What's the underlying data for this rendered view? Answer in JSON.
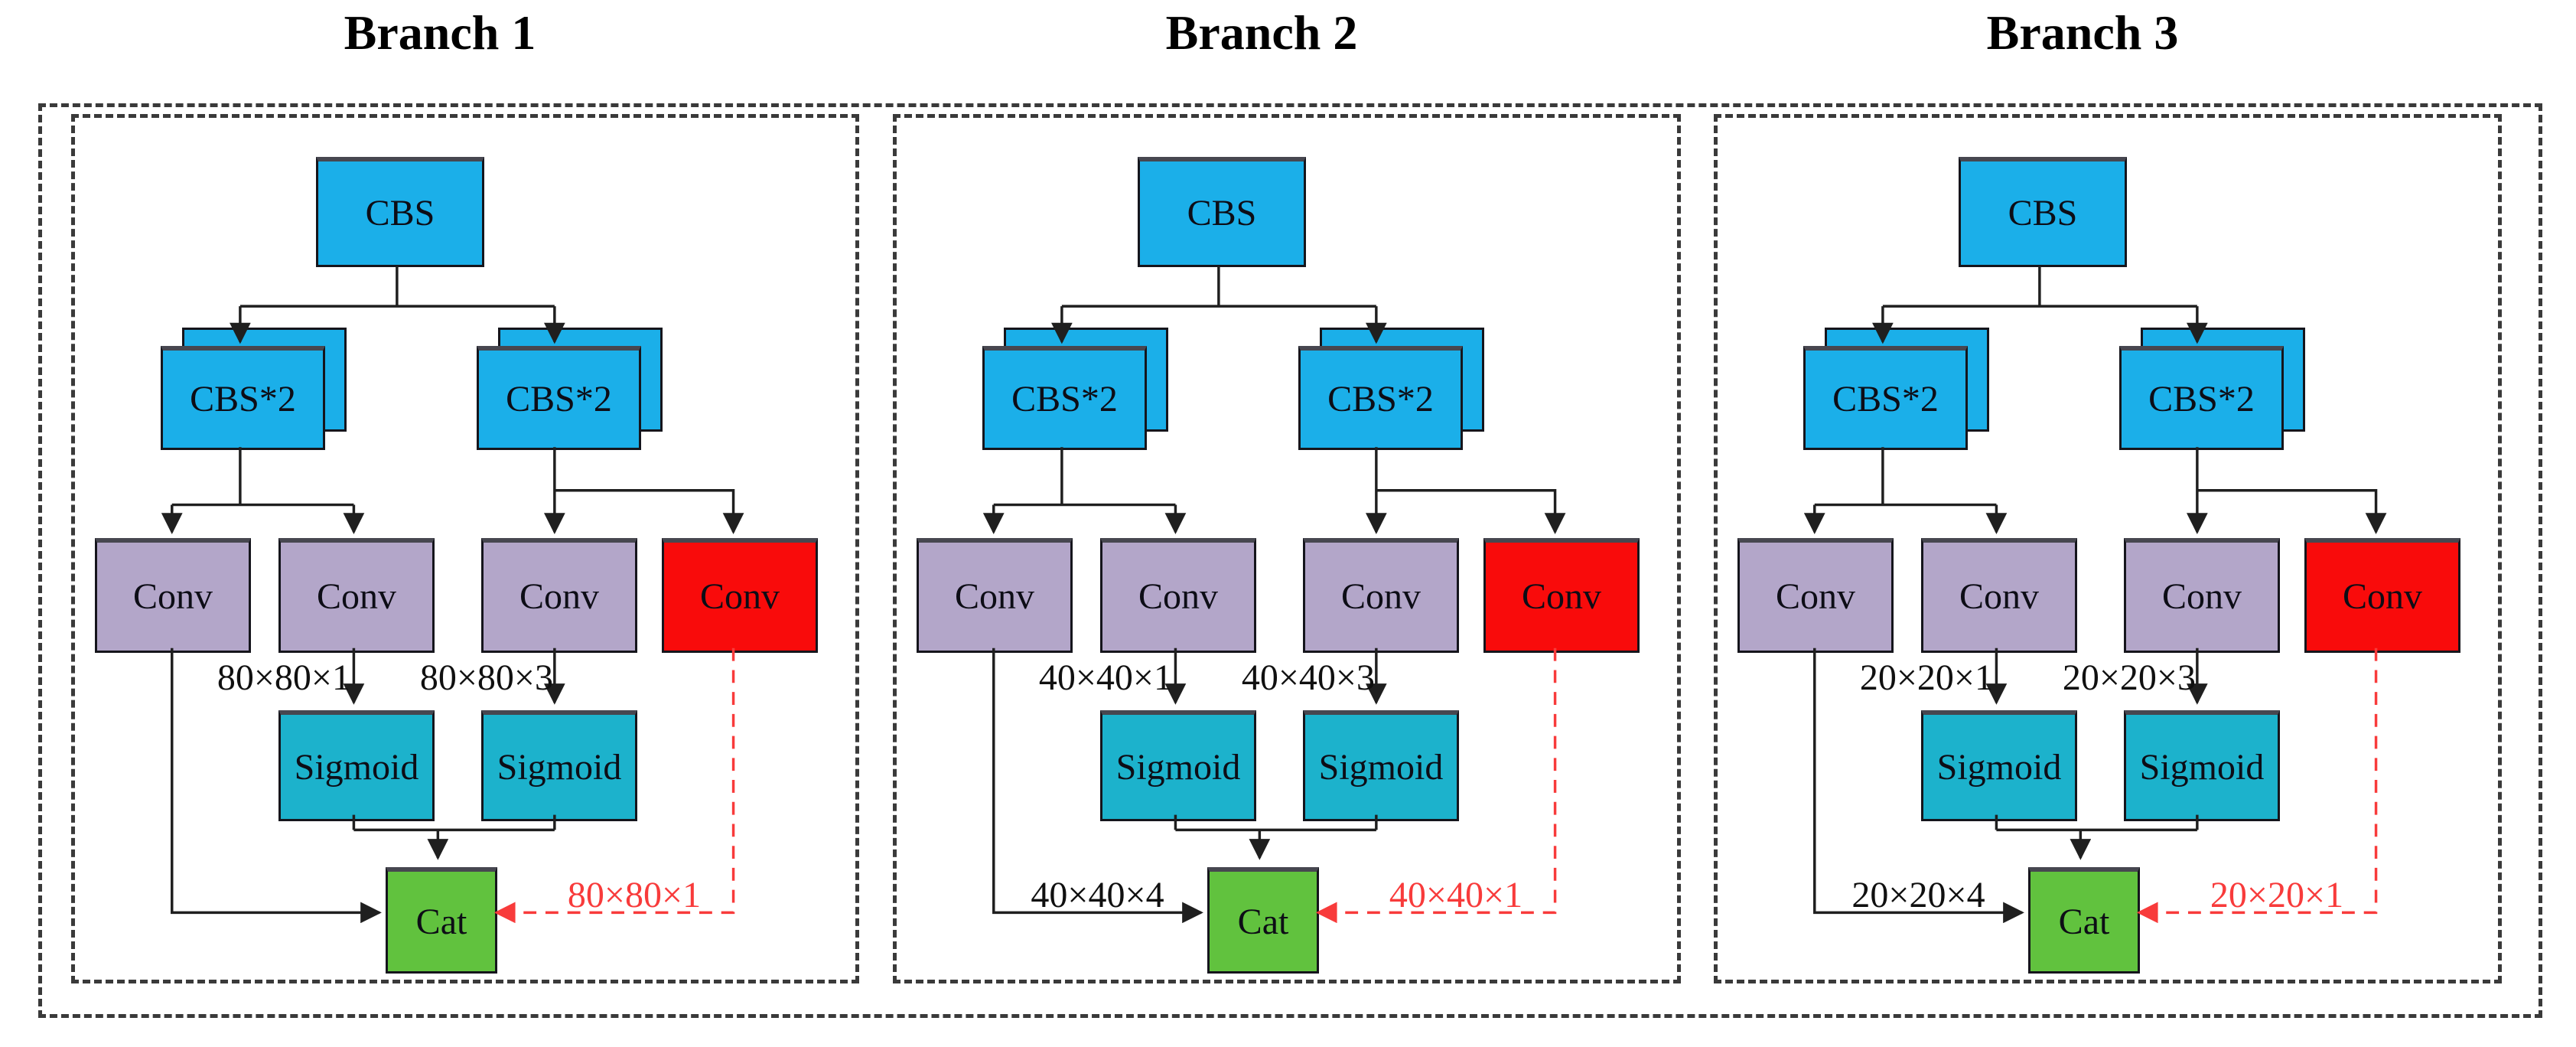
{
  "branches": [
    {
      "title": "Branch 1",
      "nodes": {
        "cbs": "CBS",
        "cbs2_left": "CBS*2",
        "cbs2_right": "CBS*2",
        "conv_a": "Conv",
        "conv_b": "Conv",
        "conv_c": "Conv",
        "conv_red": "Conv",
        "sigmoid_a": "Sigmoid",
        "sigmoid_b": "Sigmoid",
        "cat": "Cat"
      },
      "labels": {
        "mid_left": "80×80×1",
        "mid_right": "80×80×3",
        "cat_left": "",
        "cat_right": "80×80×1"
      }
    },
    {
      "title": "Branch 2",
      "nodes": {
        "cbs": "CBS",
        "cbs2_left": "CBS*2",
        "cbs2_right": "CBS*2",
        "conv_a": "Conv",
        "conv_b": "Conv",
        "conv_c": "Conv",
        "conv_red": "Conv",
        "sigmoid_a": "Sigmoid",
        "sigmoid_b": "Sigmoid",
        "cat": "Cat"
      },
      "labels": {
        "mid_left": "40×40×1",
        "mid_right": "40×40×3",
        "cat_left": "40×40×4",
        "cat_right": "40×40×1"
      }
    },
    {
      "title": "Branch 3",
      "nodes": {
        "cbs": "CBS",
        "cbs2_left": "CBS*2",
        "cbs2_right": "CBS*2",
        "conv_a": "Conv",
        "conv_b": "Conv",
        "conv_c": "Conv",
        "conv_red": "Conv",
        "sigmoid_a": "Sigmoid",
        "sigmoid_b": "Sigmoid",
        "cat": "Cat"
      },
      "labels": {
        "mid_left": "20×20×1",
        "mid_right": "20×20×3",
        "cat_left": "20×20×4",
        "cat_right": "20×20×1"
      }
    }
  ],
  "colors": {
    "cbs_blue": "#1bafe9",
    "conv_purple": "#b3a6c9",
    "conv_red": "#f90b0b",
    "sigmoid_teal": "#1cb2cc",
    "cat_green": "#61c23e",
    "wire_black": "#1f1f1f",
    "wire_red": "#f83b3b",
    "frame_dash": "#3a3a3a"
  }
}
